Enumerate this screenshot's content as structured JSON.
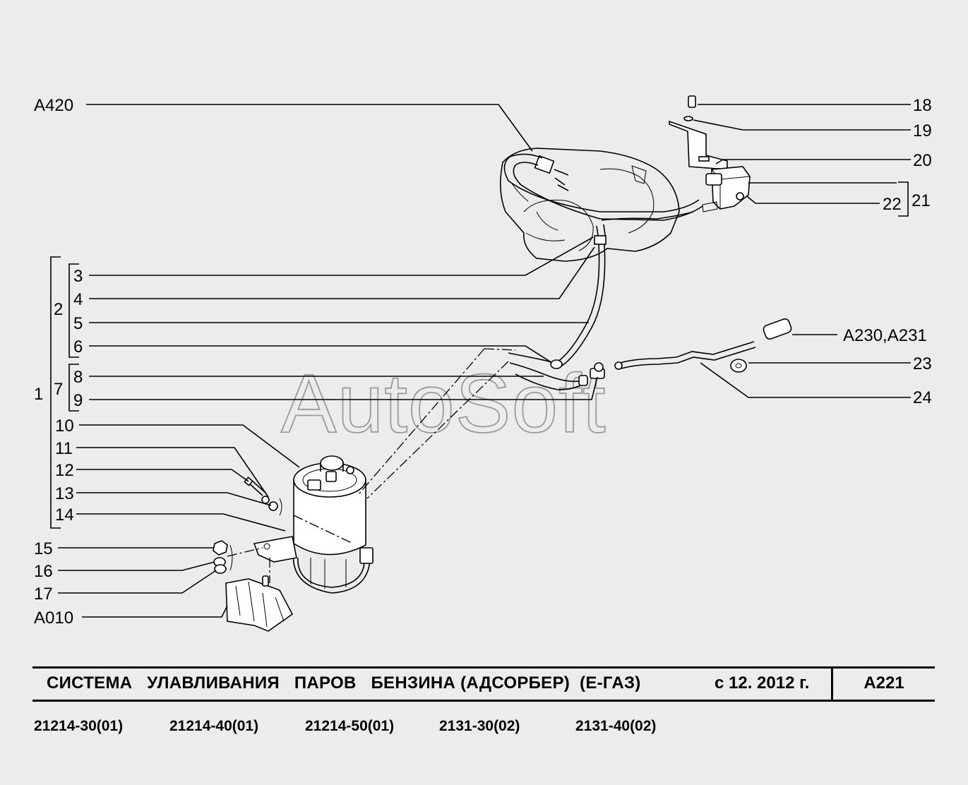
{
  "watermark": "AutoSoft",
  "title": {
    "text": "СИСТЕМА   УЛАВЛИВАНИЯ   ПАРОВ   БЕНЗИНА (АДСОРБЕР)  (Е-ГАЗ)",
    "date": "с 12. 2012 г.",
    "code": "А221"
  },
  "models": [
    "21214-30(01)",
    "21214-40(01)",
    "21214-50(01)",
    "2131-30(02)",
    "2131-40(02)"
  ],
  "callouts": {
    "a420": "А420",
    "a010": "А010",
    "a230": "А230,А231",
    "n1": "1",
    "n2": "2",
    "n3": "3",
    "n4": "4",
    "n5": "5",
    "n6": "6",
    "n7": "7",
    "n8": "8",
    "n9": "9",
    "n10": "10",
    "n11": "11",
    "n12": "12",
    "n13": "13",
    "n14": "14",
    "n15": "15",
    "n16": "16",
    "n17": "17",
    "n18": "18",
    "n19": "19",
    "n20": "20",
    "n21": "21",
    "n22": "22",
    "n23": "23",
    "n24": "24"
  }
}
